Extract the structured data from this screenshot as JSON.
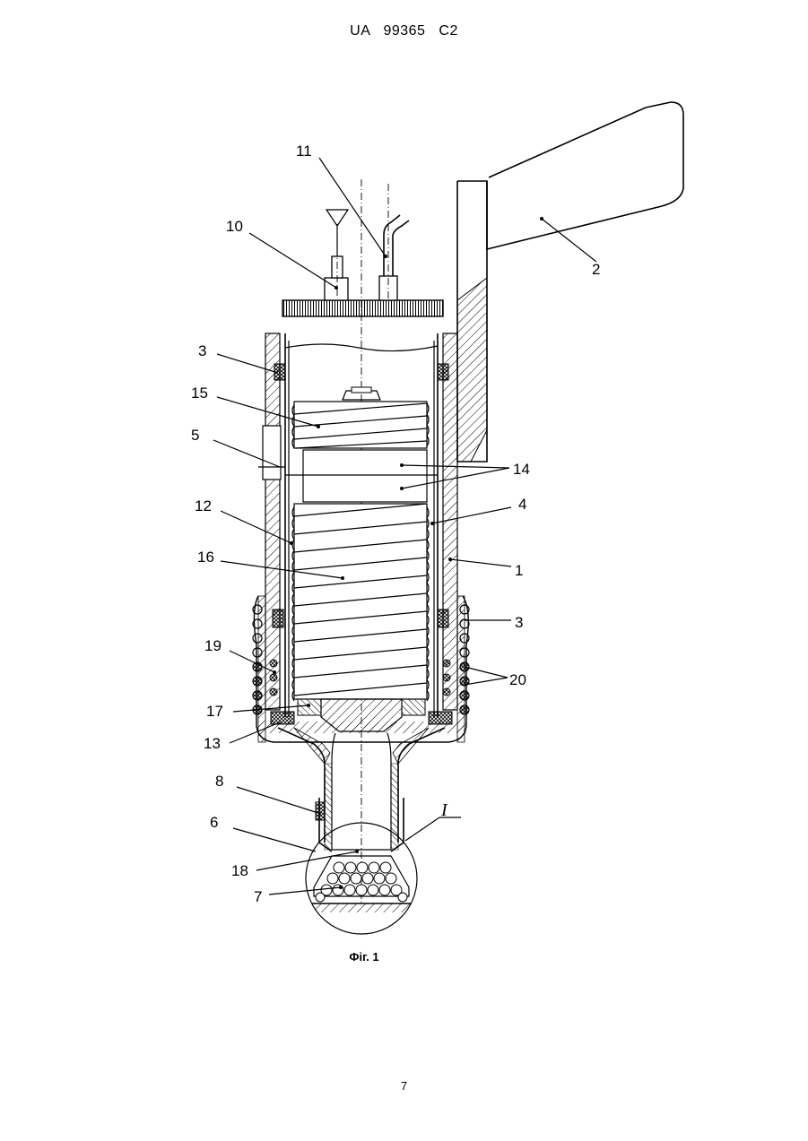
{
  "header": {
    "text": "UA   99365   C2"
  },
  "caption": "Фіг. 1",
  "page_number": "7",
  "labels": [
    {
      "id": "2",
      "text": "2"
    },
    {
      "id": "10",
      "text": "10"
    },
    {
      "id": "11",
      "text": "11"
    },
    {
      "id": "3-top",
      "text": "3"
    },
    {
      "id": "15",
      "text": "15"
    },
    {
      "id": "5",
      "text": "5"
    },
    {
      "id": "14",
      "text": "14"
    },
    {
      "id": "12",
      "text": "12"
    },
    {
      "id": "4",
      "text": "4"
    },
    {
      "id": "16",
      "text": "16"
    },
    {
      "id": "1",
      "text": "1"
    },
    {
      "id": "3-bottom",
      "text": "3"
    },
    {
      "id": "19",
      "text": "19"
    },
    {
      "id": "20",
      "text": "20"
    },
    {
      "id": "17",
      "text": "17"
    },
    {
      "id": "13",
      "text": "13"
    },
    {
      "id": "8",
      "text": "8"
    },
    {
      "id": "6",
      "text": "6"
    },
    {
      "id": "I",
      "text": "I"
    },
    {
      "id": "18",
      "text": "18"
    },
    {
      "id": "7",
      "text": "7"
    }
  ]
}
